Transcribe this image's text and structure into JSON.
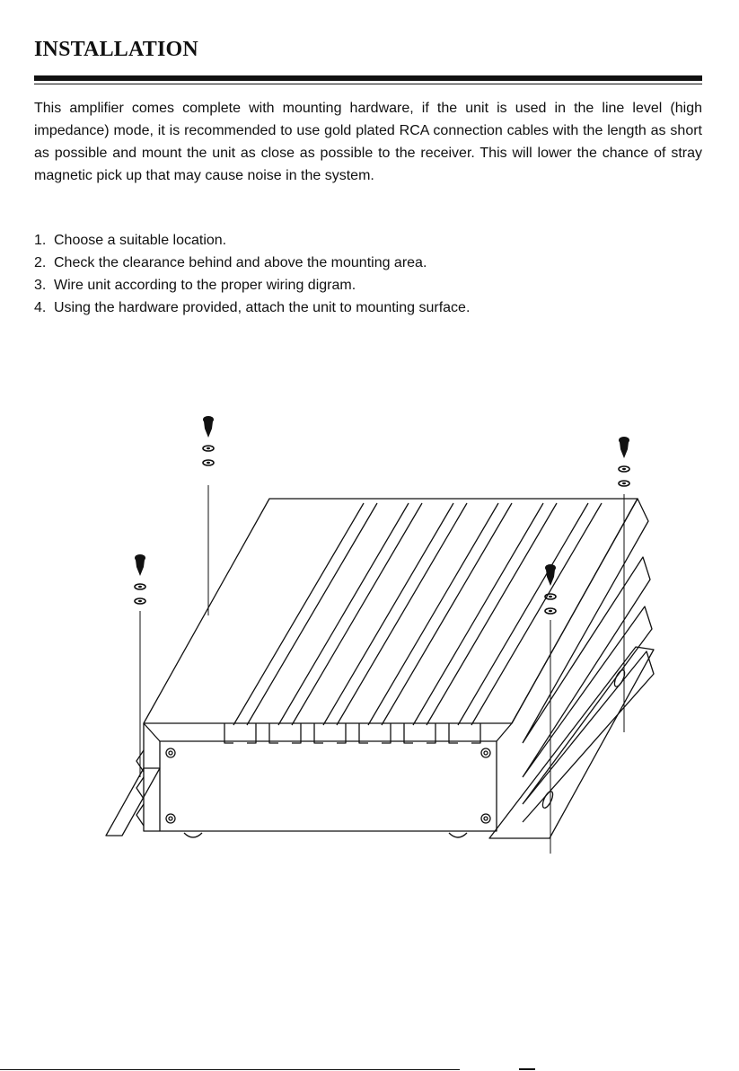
{
  "title": "INSTALLATION",
  "intro": "This amplifier comes complete with mounting hardware, if the unit is used in the line level (high impedance) mode, it is recommended to use gold plated RCA connection cables with the length as short as possible and mount the unit as close as possible to the receiver. This will lower the chance of stray magnetic pick up that may cause noise in the system.",
  "steps": [
    {
      "num": "1.",
      "text": "Choose a suitable location."
    },
    {
      "num": "2.",
      "text": "Check the clearance behind and above the mounting area."
    },
    {
      "num": "3.",
      "text": "Wire unit according to the proper wiring digram."
    },
    {
      "num": "4.",
      "text": "Using the hardware provided, attach the unit to mounting surface."
    }
  ]
}
